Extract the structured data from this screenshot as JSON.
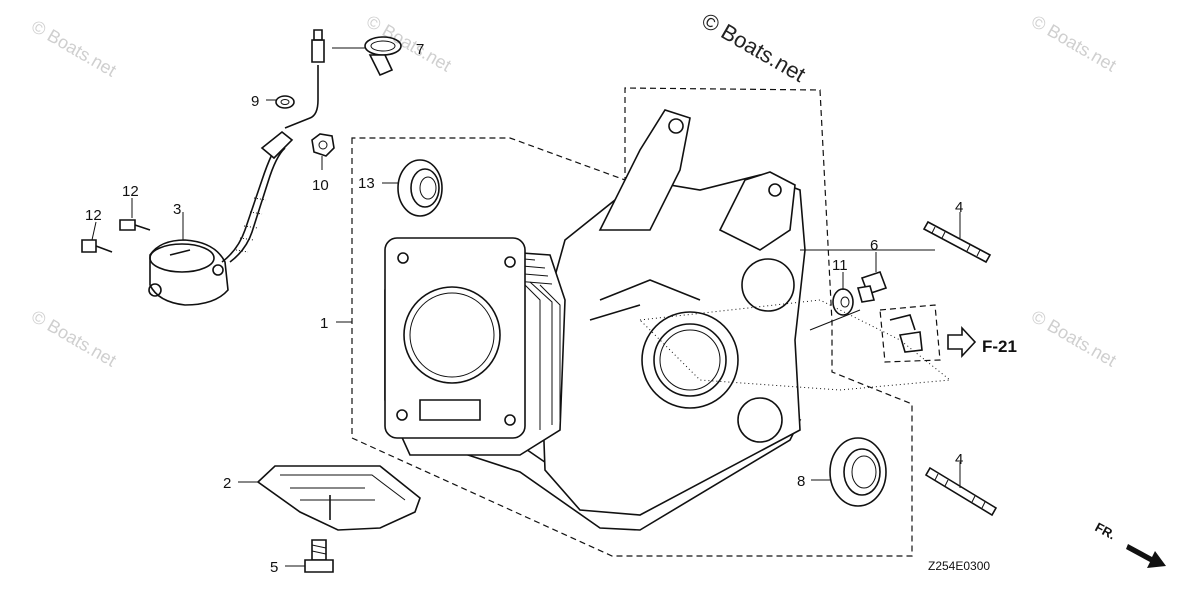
{
  "watermarks": {
    "main": "© Boats.net",
    "faint": "© Boats.net"
  },
  "callouts": {
    "c1": "1",
    "c2": "2",
    "c3": "3",
    "c4a": "4",
    "c4b": "4",
    "c5": "5",
    "c6": "6",
    "c7": "7",
    "c8": "8",
    "c9": "9",
    "c10": "10",
    "c11": "11",
    "c12a": "12",
    "c12b": "12",
    "c13": "13"
  },
  "reference": {
    "label": "F-21"
  },
  "drawing_code": "Z254E0300",
  "front_indicator": "FR.",
  "colors": {
    "line": "#111111",
    "watermark": "#cfcfcf",
    "background": "#ffffff"
  }
}
